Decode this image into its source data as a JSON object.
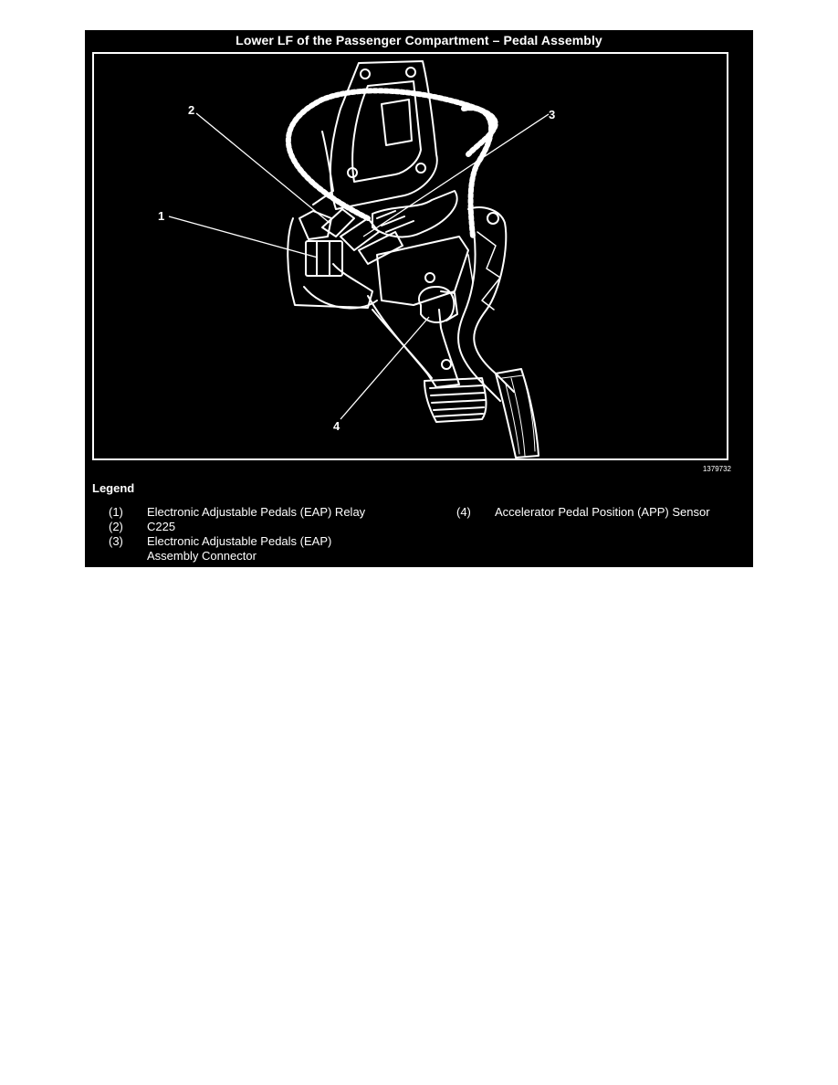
{
  "document": {
    "title": "Lower LF of the Passenger Compartment – Pedal Assembly",
    "figure_id": "1379732",
    "callouts": [
      {
        "label": "1"
      },
      {
        "label": "2"
      },
      {
        "label": "3"
      },
      {
        "label": "4"
      }
    ],
    "legend": {
      "heading": "Legend",
      "items": [
        {
          "num": "(1)",
          "text": "Electronic Adjustable Pedals (EAP) Relay"
        },
        {
          "num": "(2)",
          "text": "C225"
        },
        {
          "num": "(3)",
          "text": "Electronic Adjustable Pedals (EAP)\nAssembly Connector"
        },
        {
          "num": "(4)",
          "text": "Accelerator Pedal Position (APP) Sensor"
        }
      ]
    },
    "colors": {
      "background": "#000000",
      "foreground": "#ffffff",
      "page": "#ffffff"
    }
  }
}
